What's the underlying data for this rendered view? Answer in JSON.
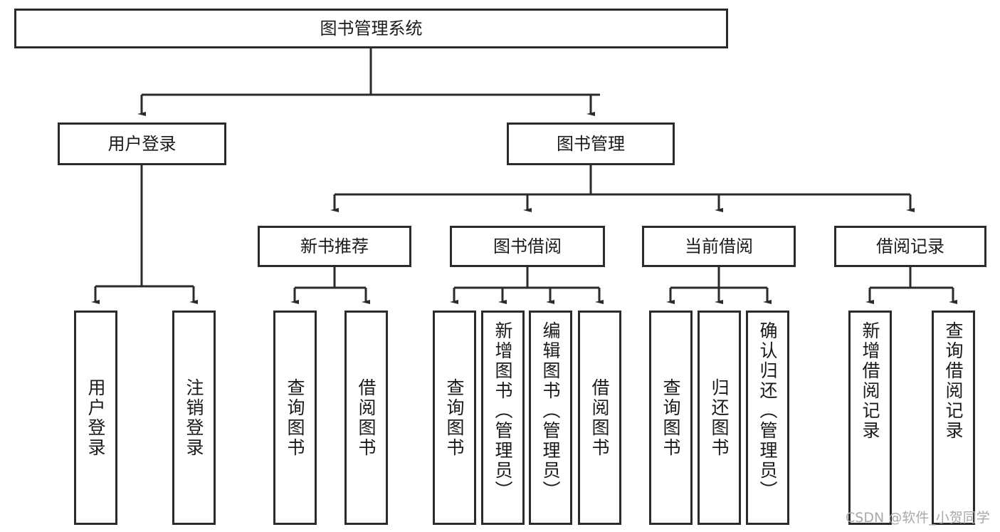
{
  "diagram": {
    "title": "图书管理系统",
    "type": "tree-hierarchy",
    "orientation": "top-down",
    "line_color": "#2b2b2b",
    "box_fill": "#ffffff",
    "text_color": "#1a1a1a"
  },
  "watermark": {
    "text": "CSDN @软件_小贺同学",
    "color": "#a9a9a9"
  },
  "nodes": {
    "root": {
      "label": "图书管理系统"
    },
    "level2": [
      {
        "label": "用户登录"
      },
      {
        "label": "图书管理"
      }
    ],
    "level3": [
      {
        "label": "新书推荐"
      },
      {
        "label": "图书借阅"
      },
      {
        "label": "当前借阅"
      },
      {
        "label": "借阅记录"
      }
    ],
    "leaves": {
      "user_login": [
        {
          "label": "用户登录"
        },
        {
          "label": "注销登录"
        }
      ],
      "new_book_recommend": [
        {
          "label": "查询图书"
        },
        {
          "label": "借阅图书"
        }
      ],
      "book_borrow": [
        {
          "label": "查询图书"
        },
        {
          "label": "新增图书（管理员）"
        },
        {
          "label": "编辑图书（管理员）"
        },
        {
          "label": "借阅图书"
        }
      ],
      "current_borrow": [
        {
          "label": "查询图书"
        },
        {
          "label": "归还图书"
        },
        {
          "label": "确认归还（管理员）"
        }
      ],
      "borrow_record": [
        {
          "label": "新增借阅记录"
        },
        {
          "label": "查询借阅记录"
        }
      ]
    }
  }
}
